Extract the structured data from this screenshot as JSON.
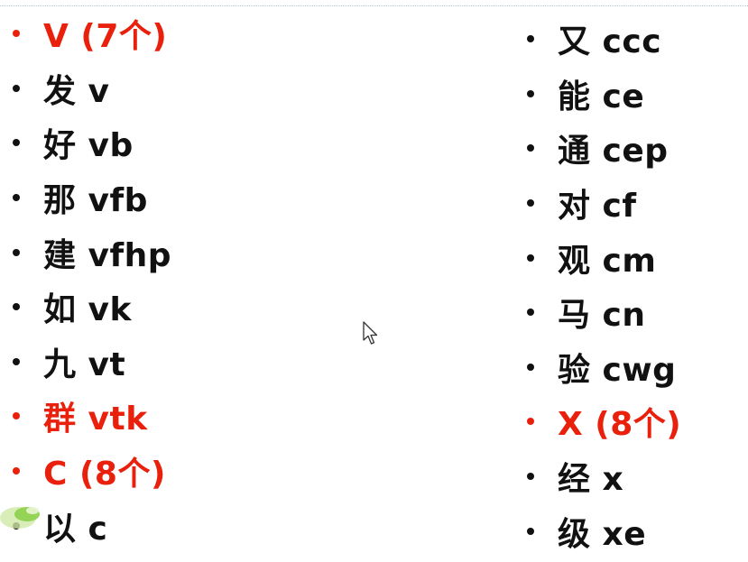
{
  "left_column": [
    {
      "text": "V (7个)",
      "highlight": true
    },
    {
      "text": "发 v",
      "highlight": false
    },
    {
      "text": "好 vb",
      "highlight": false
    },
    {
      "text": "那 vfb",
      "highlight": false
    },
    {
      "text": "建 vfhp",
      "highlight": false
    },
    {
      "text": "如 vk",
      "highlight": false
    },
    {
      "text": "九 vt",
      "highlight": false
    },
    {
      "text": "群 vtk",
      "highlight": true
    },
    {
      "text": "C (8个)",
      "highlight": true
    },
    {
      "text": "以 c",
      "highlight": false
    }
  ],
  "right_column": [
    {
      "text": "又 ccc",
      "highlight": false
    },
    {
      "text": "能 ce",
      "highlight": false
    },
    {
      "text": "通 cep",
      "highlight": false
    },
    {
      "text": "对 cf",
      "highlight": false
    },
    {
      "text": "观 cm",
      "highlight": false
    },
    {
      "text": "马 cn",
      "highlight": false
    },
    {
      "text": "验 cwg",
      "highlight": false
    },
    {
      "text": "X (8个)",
      "highlight": true
    },
    {
      "text": "经 x",
      "highlight": false
    },
    {
      "text": "级 xe",
      "highlight": false
    }
  ],
  "colors": {
    "highlight": "#e8200c",
    "normal": "#111111",
    "background": "#ffffff"
  },
  "icons": {
    "cursor": "mouse-pointer-icon",
    "decoration": "green-leaf-decoration"
  }
}
